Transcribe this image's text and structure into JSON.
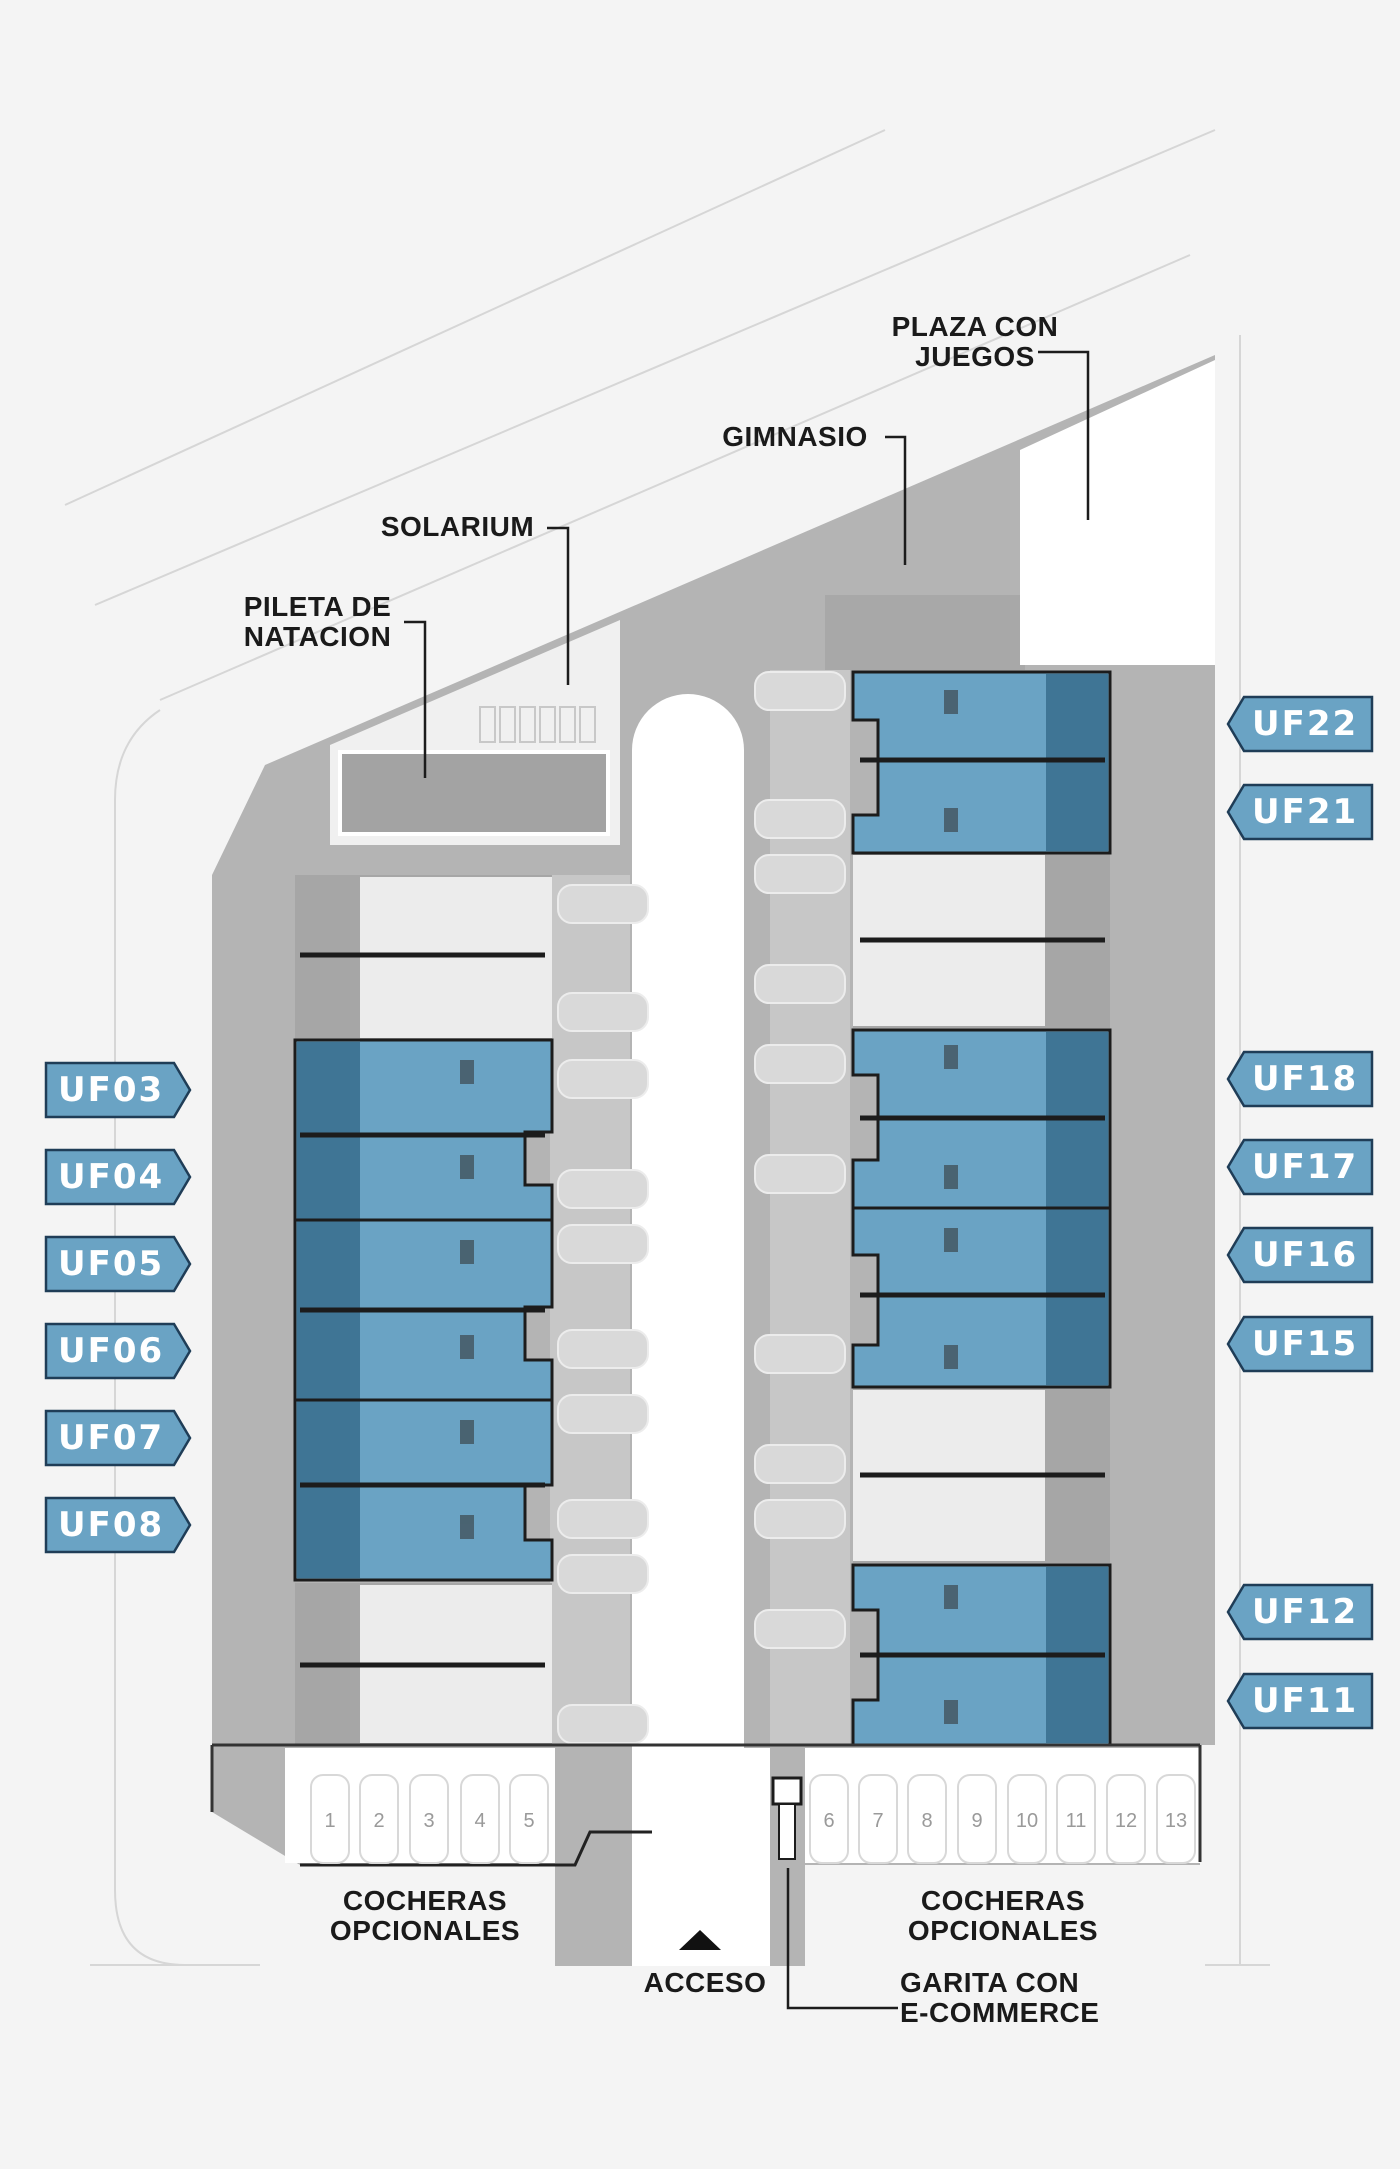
{
  "labels": {
    "plaza": "PLAZA CON\nJUEGOS",
    "gimnasio": "GIMNASIO",
    "solarium": "SOLARIUM",
    "pileta": "PILETA DE\nNATACION",
    "cocheras_left": "COCHERAS\nOPCIONALES",
    "cocheras_right": "COCHERAS\nOPCIONALES",
    "acceso": "ACCESO",
    "garita": "GARITA CON\nE-COMMERCE"
  },
  "units_left": [
    "UF03",
    "UF04",
    "UF05",
    "UF06",
    "UF07",
    "UF08"
  ],
  "units_right": [
    "UF22",
    "UF21",
    "UF18",
    "UF17",
    "UF16",
    "UF15",
    "UF12",
    "UF11"
  ],
  "parking_left": [
    "1",
    "2",
    "3",
    "4",
    "5"
  ],
  "parking_right": [
    "6",
    "7",
    "8",
    "9",
    "10",
    "11",
    "12",
    "13"
  ],
  "colors": {
    "background": "#f4f4f4",
    "site": "#b4b4b4",
    "road": "#ffffff",
    "unit_highlight": "#6aa3c4",
    "unit_dark": "#3f7595",
    "tag_fill": "#6aa3c4",
    "tag_border": "#1f3d57"
  }
}
